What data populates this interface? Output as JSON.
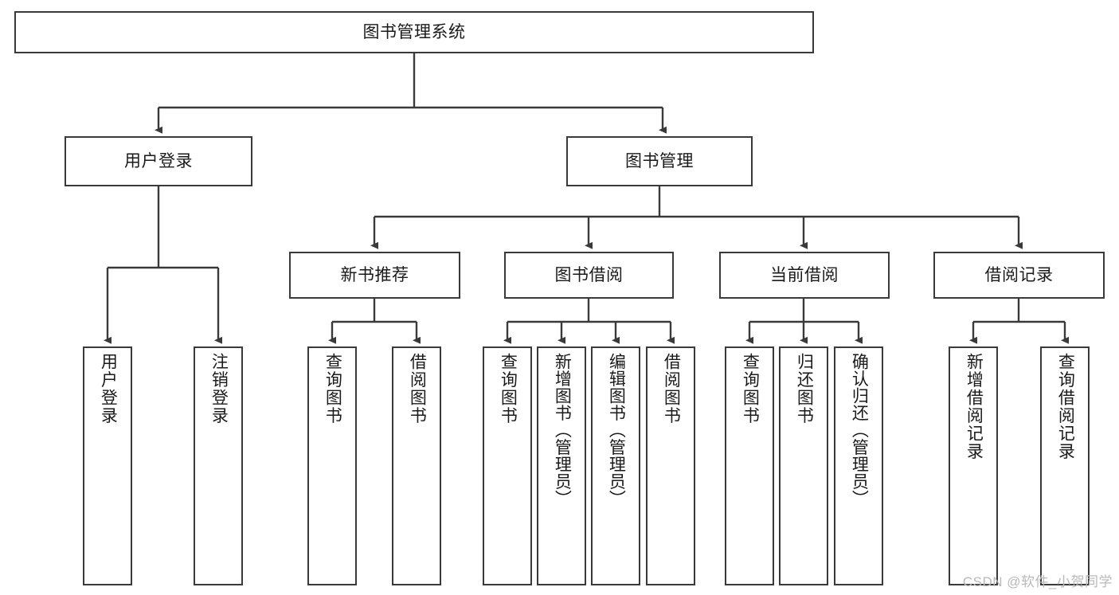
{
  "diagram": {
    "type": "tree",
    "title": "图书管理系统",
    "root": {
      "id": "root",
      "label": "图书管理系统"
    },
    "level1": [
      {
        "id": "user-login",
        "label": "用户登录"
      },
      {
        "id": "book-manage",
        "label": "图书管理"
      }
    ],
    "level2": [
      {
        "id": "new-book-recommend",
        "label": "新书推荐",
        "parent": "book-manage"
      },
      {
        "id": "book-borrow",
        "label": "图书借阅",
        "parent": "book-manage"
      },
      {
        "id": "current-borrow",
        "label": "当前借阅",
        "parent": "book-manage"
      },
      {
        "id": "borrow-record",
        "label": "借阅记录",
        "parent": "book-manage"
      }
    ],
    "leaves": [
      {
        "id": "leaf-user-login",
        "label": "用户登录",
        "parent": "user-login"
      },
      {
        "id": "leaf-user-logout",
        "label": "注销登录",
        "parent": "user-login"
      },
      {
        "id": "leaf-query-book-1",
        "label": "查询图书",
        "parent": "new-book-recommend"
      },
      {
        "id": "leaf-borrow-book-1",
        "label": "借阅图书",
        "parent": "new-book-recommend"
      },
      {
        "id": "leaf-query-book-2",
        "label": "查询图书",
        "parent": "book-borrow"
      },
      {
        "id": "leaf-add-book",
        "label": "新增图书（管理员）",
        "parent": "book-borrow"
      },
      {
        "id": "leaf-edit-book",
        "label": "编辑图书（管理员）",
        "parent": "book-borrow"
      },
      {
        "id": "leaf-borrow-book-2",
        "label": "借阅图书",
        "parent": "book-borrow"
      },
      {
        "id": "leaf-query-book-3",
        "label": "查询图书",
        "parent": "current-borrow"
      },
      {
        "id": "leaf-return-book",
        "label": "归还图书",
        "parent": "current-borrow"
      },
      {
        "id": "leaf-confirm-return",
        "label": "确认归还（管理员）",
        "parent": "current-borrow"
      },
      {
        "id": "leaf-add-record",
        "label": "新增借阅记录",
        "parent": "borrow-record"
      },
      {
        "id": "leaf-query-record",
        "label": "查询借阅记录",
        "parent": "borrow-record"
      }
    ],
    "colors": {
      "stroke": "#3a3a3a",
      "fill": "#ffffff",
      "text": "#1a1a1a",
      "watermark": "#b9b9b9"
    }
  },
  "watermark": {
    "text": "CSDN @软件_小贺同学"
  }
}
